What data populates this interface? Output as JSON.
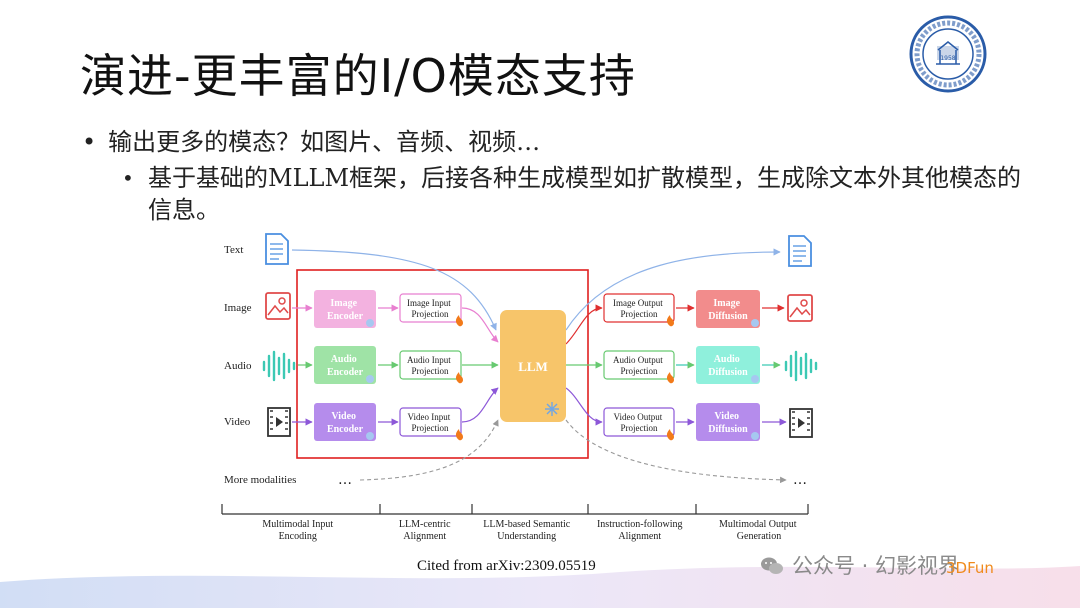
{
  "slide": {
    "title": "演进-更丰富的I/O模态支持",
    "bullet1": "输出更多的模态？如图片、音频、视频…",
    "bullet2": "基于基础的MLLM框架，后接各种生成模型如扩散模型，生成除文本外其他模态的信息。",
    "citation": "Cited from arXiv:2309.05519",
    "watermark": "公众号 · 幻影视界",
    "watermark_brand": "3DFun"
  },
  "diagram": {
    "row_labels": [
      "Text",
      "Image",
      "Audio",
      "Video",
      "More modalities"
    ],
    "encoders": [
      "Image\nEncoder",
      "Audio\nEncoder",
      "Video\nEncoder"
    ],
    "input_projections": [
      "Image Input\nProjection",
      "Audio Input\nProjection",
      "Video Input\nProjection"
    ],
    "llm": "LLM",
    "output_projections": [
      "Image Output\nProjection",
      "Audio Output\nProjection",
      "Video Output\nProjection"
    ],
    "decoders": [
      "Image\nDiffusion",
      "Audio\nDiffusion",
      "Video\nDiffusion"
    ],
    "ellipsis": "…",
    "stages": [
      "Multimodal Input\nEncoding",
      "LLM-centric\nAlignment",
      "LLM-based Semantic\nUnderstanding",
      "Instruction-following\nAlignment",
      "Multimodal Output\nGeneration"
    ],
    "colors": {
      "image": "#f3b2e0",
      "audio": "#9fe3a6",
      "video": "#b58cec",
      "image_out": "#f28c8c",
      "audio_out": "#8ff0dc",
      "video_out": "#b58cec",
      "llm": "#f7c56a",
      "text_line": "#8fb3e8",
      "highlight": "#e02020"
    }
  }
}
